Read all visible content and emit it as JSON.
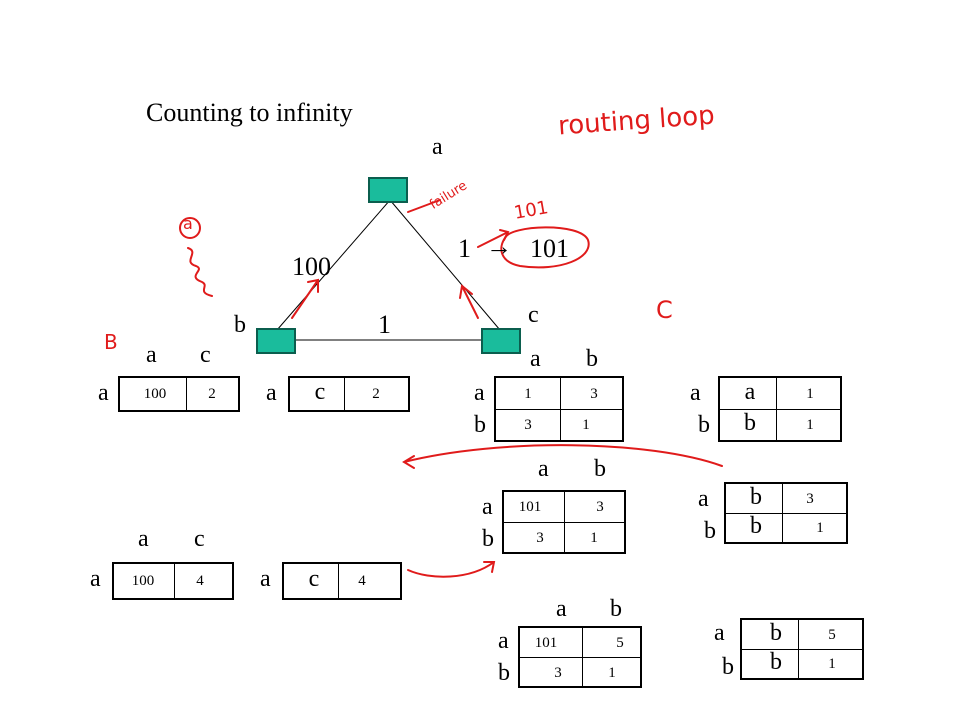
{
  "title": "Counting to infinity",
  "annotations": {
    "routing_loop": "routing loop",
    "failure": "failure",
    "new_cost": "101",
    "node_a_circled": "a",
    "node_b_hand": "B",
    "node_c_hand": "C"
  },
  "graph": {
    "node_a": "a",
    "node_b": "b",
    "node_c": "c",
    "edge_ab_cost": "100",
    "edge_bc_cost": "1",
    "edge_ac_change": "1",
    "edge_ac_arrow": "→",
    "edge_ac_new": "101"
  },
  "tables": {
    "t1": {
      "cols": [
        "a",
        "c"
      ],
      "row": "a",
      "v1": "100",
      "v2": "2"
    },
    "t2": {
      "row": "a",
      "via": "c",
      "cost": "2"
    },
    "t3": {
      "cols": [
        "a",
        "b"
      ],
      "rows": [
        "a",
        "b"
      ],
      "cells": [
        "1",
        "3",
        "3",
        "1"
      ]
    },
    "t4": {
      "rows": [
        "a",
        "b"
      ],
      "via": [
        "a",
        "b"
      ],
      "cost": [
        "1",
        "1"
      ]
    },
    "t5": {
      "cols": [
        "a",
        "b"
      ],
      "rows": [
        "a",
        "b"
      ],
      "cells": [
        "101",
        "3",
        "3",
        "1"
      ]
    },
    "t6": {
      "rows": [
        "a",
        "b"
      ],
      "via": [
        "b",
        "b"
      ],
      "cost": [
        "3",
        "1"
      ]
    },
    "t7": {
      "cols": [
        "a",
        "c"
      ],
      "row": "a",
      "v1": "100",
      "v2": "4"
    },
    "t8": {
      "row": "a",
      "via": "c",
      "cost": "4"
    },
    "t9": {
      "cols": [
        "a",
        "b"
      ],
      "rows": [
        "a",
        "b"
      ],
      "cells": [
        "101",
        "5",
        "3",
        "1"
      ]
    },
    "t10": {
      "rows": [
        "a",
        "b"
      ],
      "via": [
        "b",
        "b"
      ],
      "cost": [
        "5",
        "1"
      ]
    }
  },
  "colors": {
    "node": "#1abc9c",
    "ink": "#e01b1b"
  }
}
